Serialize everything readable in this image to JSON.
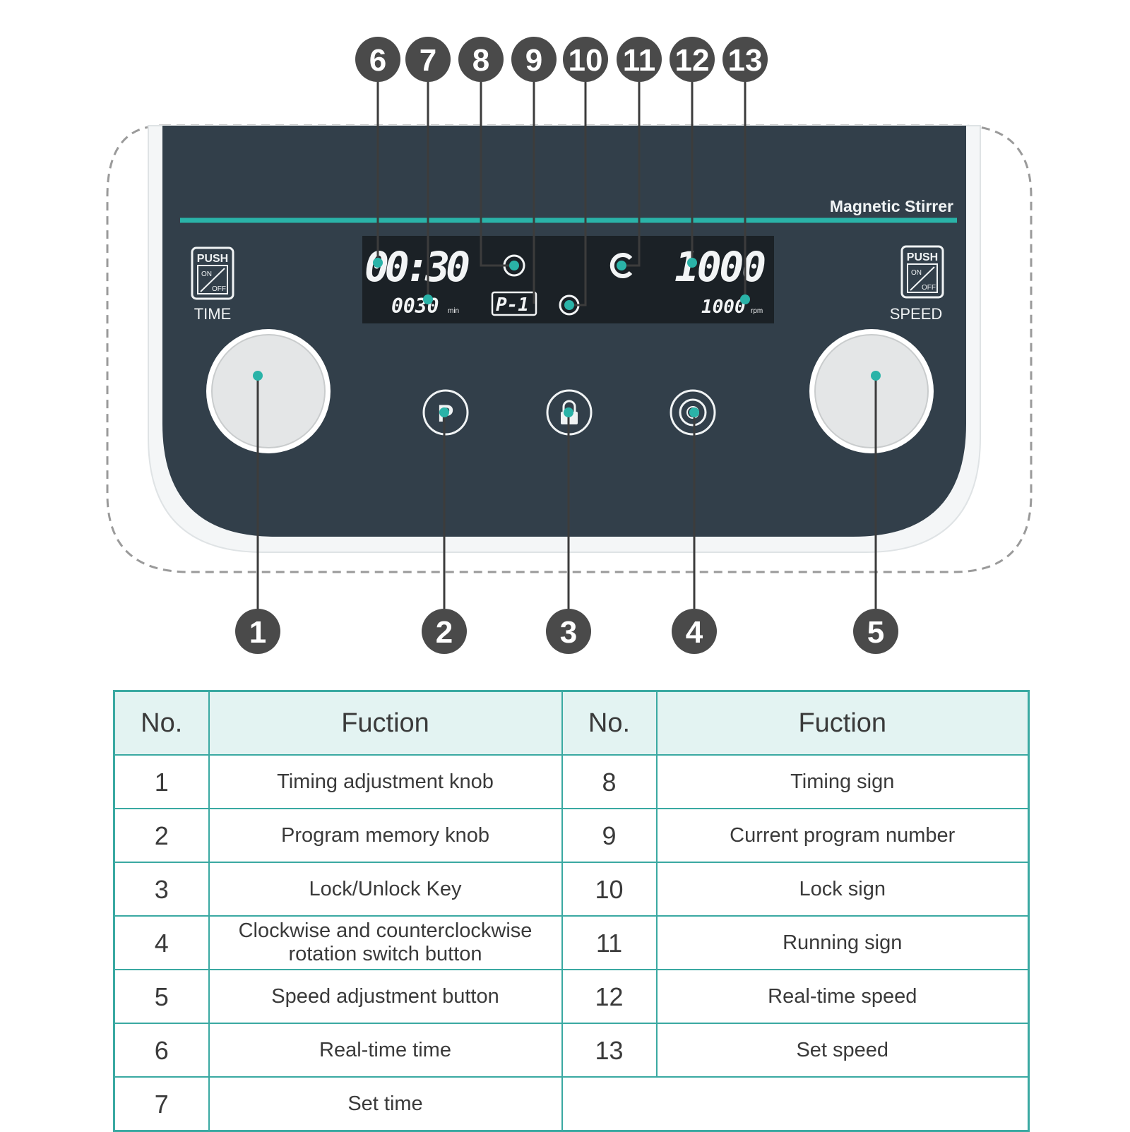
{
  "panel": {
    "brand": "Magnetic Stirrer",
    "time_label": "TIME",
    "speed_label": "SPEED",
    "push_text": "PUSH",
    "on_text": "ON",
    "off_text": "OFF",
    "program_key_glyph": "P",
    "display": {
      "realtime_time": "00:30",
      "set_time": "0030",
      "set_time_unit": "min",
      "program": "P-1",
      "realtime_speed": "1000",
      "set_speed": "1000",
      "set_speed_unit": "rpm"
    }
  },
  "callouts_top": [
    "6",
    "7",
    "8",
    "9",
    "10",
    "11",
    "12",
    "13"
  ],
  "callouts_bottom": [
    "1",
    "2",
    "3",
    "4",
    "5"
  ],
  "legend": {
    "header": {
      "no": "No.",
      "function": "Fuction"
    },
    "rows": [
      {
        "no_a": "1",
        "fn_a": "Timing adjustment knob",
        "no_b": "8",
        "fn_b": "Timing sign"
      },
      {
        "no_a": "2",
        "fn_a": "Program memory knob",
        "no_b": "9",
        "fn_b": "Current program number"
      },
      {
        "no_a": "3",
        "fn_a": "Lock/Unlock Key",
        "no_b": "10",
        "fn_b": "Lock sign"
      },
      {
        "no_a": "4",
        "fn_a": "Clockwise and counterclockwise rotation switch button",
        "no_b": "11",
        "fn_b": "Running sign"
      },
      {
        "no_a": "5",
        "fn_a": "Speed adjustment button",
        "no_b": "12",
        "fn_b": "Real-time speed"
      },
      {
        "no_a": "6",
        "fn_a": "Real-time time",
        "no_b": "13",
        "fn_b": "Set speed"
      },
      {
        "no_a": "7",
        "fn_a": "Set time"
      }
    ]
  },
  "colors": {
    "panel": "#323f4a",
    "accent": "#2ab3a8",
    "callout": "#4a4a4a",
    "table_border": "#3aa9a2",
    "table_header": "#e3f3f2"
  }
}
